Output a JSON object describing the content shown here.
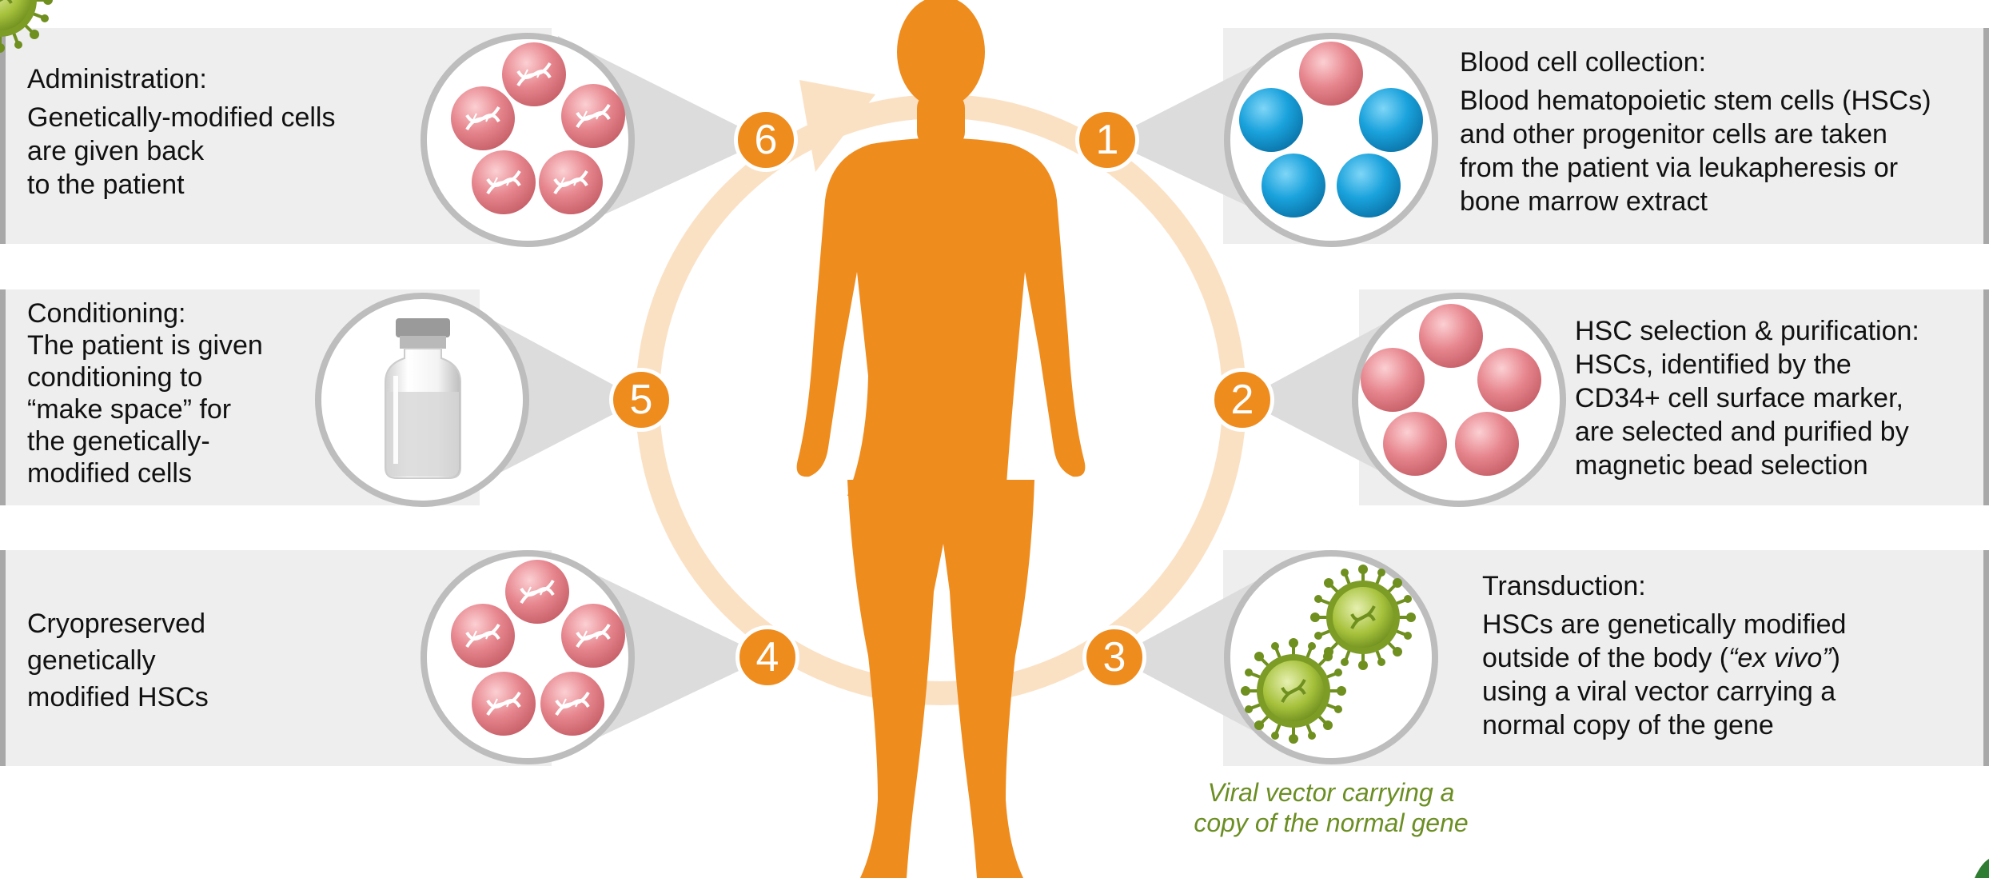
{
  "colors": {
    "accent": "#ef8c1e",
    "ring": "#fbe1c4",
    "panel": "#eeeeee",
    "panel_edge": "#a8a8a8",
    "pink_cell": "#e7868e",
    "blue_cell": "#1aa2dc",
    "virus": "#8aab2c",
    "caption": "#6b8e23"
  },
  "steps": [
    {
      "number": "1",
      "heading": "Blood cell collection:",
      "lines": [
        "Blood hematopoietic stem cells (HSCs)",
        "and other progenitor cells are taken",
        "from the patient via leukapheresis or",
        "bone marrow extract"
      ],
      "icon": "blood-cells-icon"
    },
    {
      "number": "2",
      "heading": "HSC selection & purification:",
      "lines": [
        "HSCs, identified by the",
        "CD34+ cell surface marker,",
        "are selected and purified by",
        "magnetic bead selection"
      ],
      "icon": "hsc-cells-icon"
    },
    {
      "number": "3",
      "heading": "Transduction:",
      "line1": "HSCs are genetically modified",
      "line2_pre": "outside of the body (",
      "line2_em": "“ex vivo”",
      "line2_post": ")",
      "line3": "using a viral vector carrying a",
      "line4": "normal copy of the gene",
      "icon": "viral-vector-icon"
    },
    {
      "number": "4",
      "heading": "",
      "lines": [
        "Cryopreserved",
        "genetically",
        "modified HSCs"
      ],
      "icon": "modified-cells-icon"
    },
    {
      "number": "5",
      "heading": "Conditioning:",
      "lines": [
        "The patient is given",
        "conditioning to",
        "“make space” for",
        "the genetically-",
        "modified cells"
      ],
      "icon": "vial-icon"
    },
    {
      "number": "6",
      "heading": "Administration:",
      "lines": [
        "Genetically-modified cells",
        "are given back",
        "to the patient"
      ],
      "icon": "modified-cells-icon"
    }
  ],
  "caption": {
    "line1": "Viral vector carrying a",
    "line2": "copy of the normal gene"
  }
}
